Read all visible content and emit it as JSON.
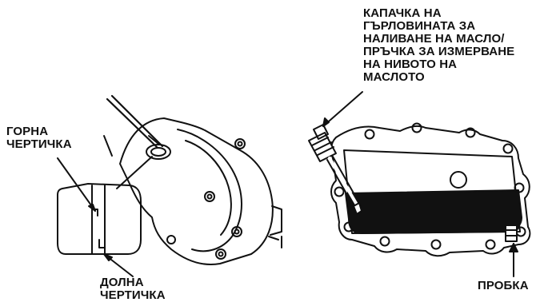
{
  "diagram": {
    "labels": {
      "cap_dipstick": "КАПАЧКА НА\nГЪРЛОВИНАТА ЗА\nНАЛИВАНЕ НА МАСЛО/\nПРЪЧКА ЗА ИЗМЕРВАНЕ\nНА НИВОТО НА\nМАСЛОТО",
      "upper_mark": "ГОРНА\nЧЕРТИЧКА",
      "lower_mark": "ДОЛНА\nЧЕРТИЧКА",
      "drain_plug": "ПРОБКА"
    },
    "colors": {
      "ink": "#111111",
      "oil": "#111111",
      "paper": "#ffffff"
    }
  }
}
